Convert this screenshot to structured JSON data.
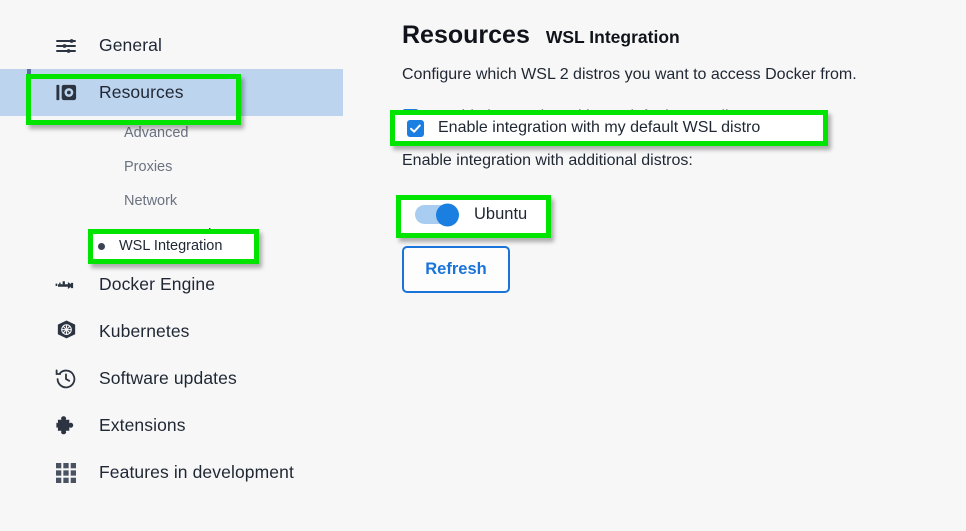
{
  "sidebar": {
    "items": [
      {
        "label": "General",
        "icon": "sliders-icon"
      },
      {
        "label": "Resources",
        "icon": "resources-icon"
      },
      {
        "label": "Docker Engine",
        "icon": "docker-engine-icon"
      },
      {
        "label": "Kubernetes",
        "icon": "kubernetes-icon"
      },
      {
        "label": "Software updates",
        "icon": "history-clock-icon"
      },
      {
        "label": "Extensions",
        "icon": "puzzle-piece-icon"
      },
      {
        "label": "Features in development",
        "icon": "grid-icon"
      }
    ],
    "sub_items": [
      {
        "label": "Advanced",
        "active": false
      },
      {
        "label": "Proxies",
        "active": false
      },
      {
        "label": "Network",
        "active": false
      },
      {
        "label": "WSL Integration",
        "active": true
      }
    ],
    "selected_item": "Resources",
    "selected_bg": "#bcd4ee",
    "selected_bar": "#5a6e9a"
  },
  "main": {
    "title": "Resources",
    "subtitle": "WSL Integration",
    "description": "Configure which WSL 2 distros you want to access Docker from.",
    "default_distro_checkbox": {
      "label": "Enable integration with my default WSL distro",
      "checked": true
    },
    "additional_distros_label": "Enable integration with additional distros:",
    "distro_toggle": {
      "label": "Ubuntu",
      "enabled": true
    },
    "refresh_button": "Refresh"
  },
  "theme": {
    "accent_blue": "#1a7fe0",
    "button_blue": "#1a73d8",
    "annotation_green": "#00e400",
    "background": "#f7f7f8",
    "text": "#1f2733",
    "muted_text": "#6b7280"
  }
}
